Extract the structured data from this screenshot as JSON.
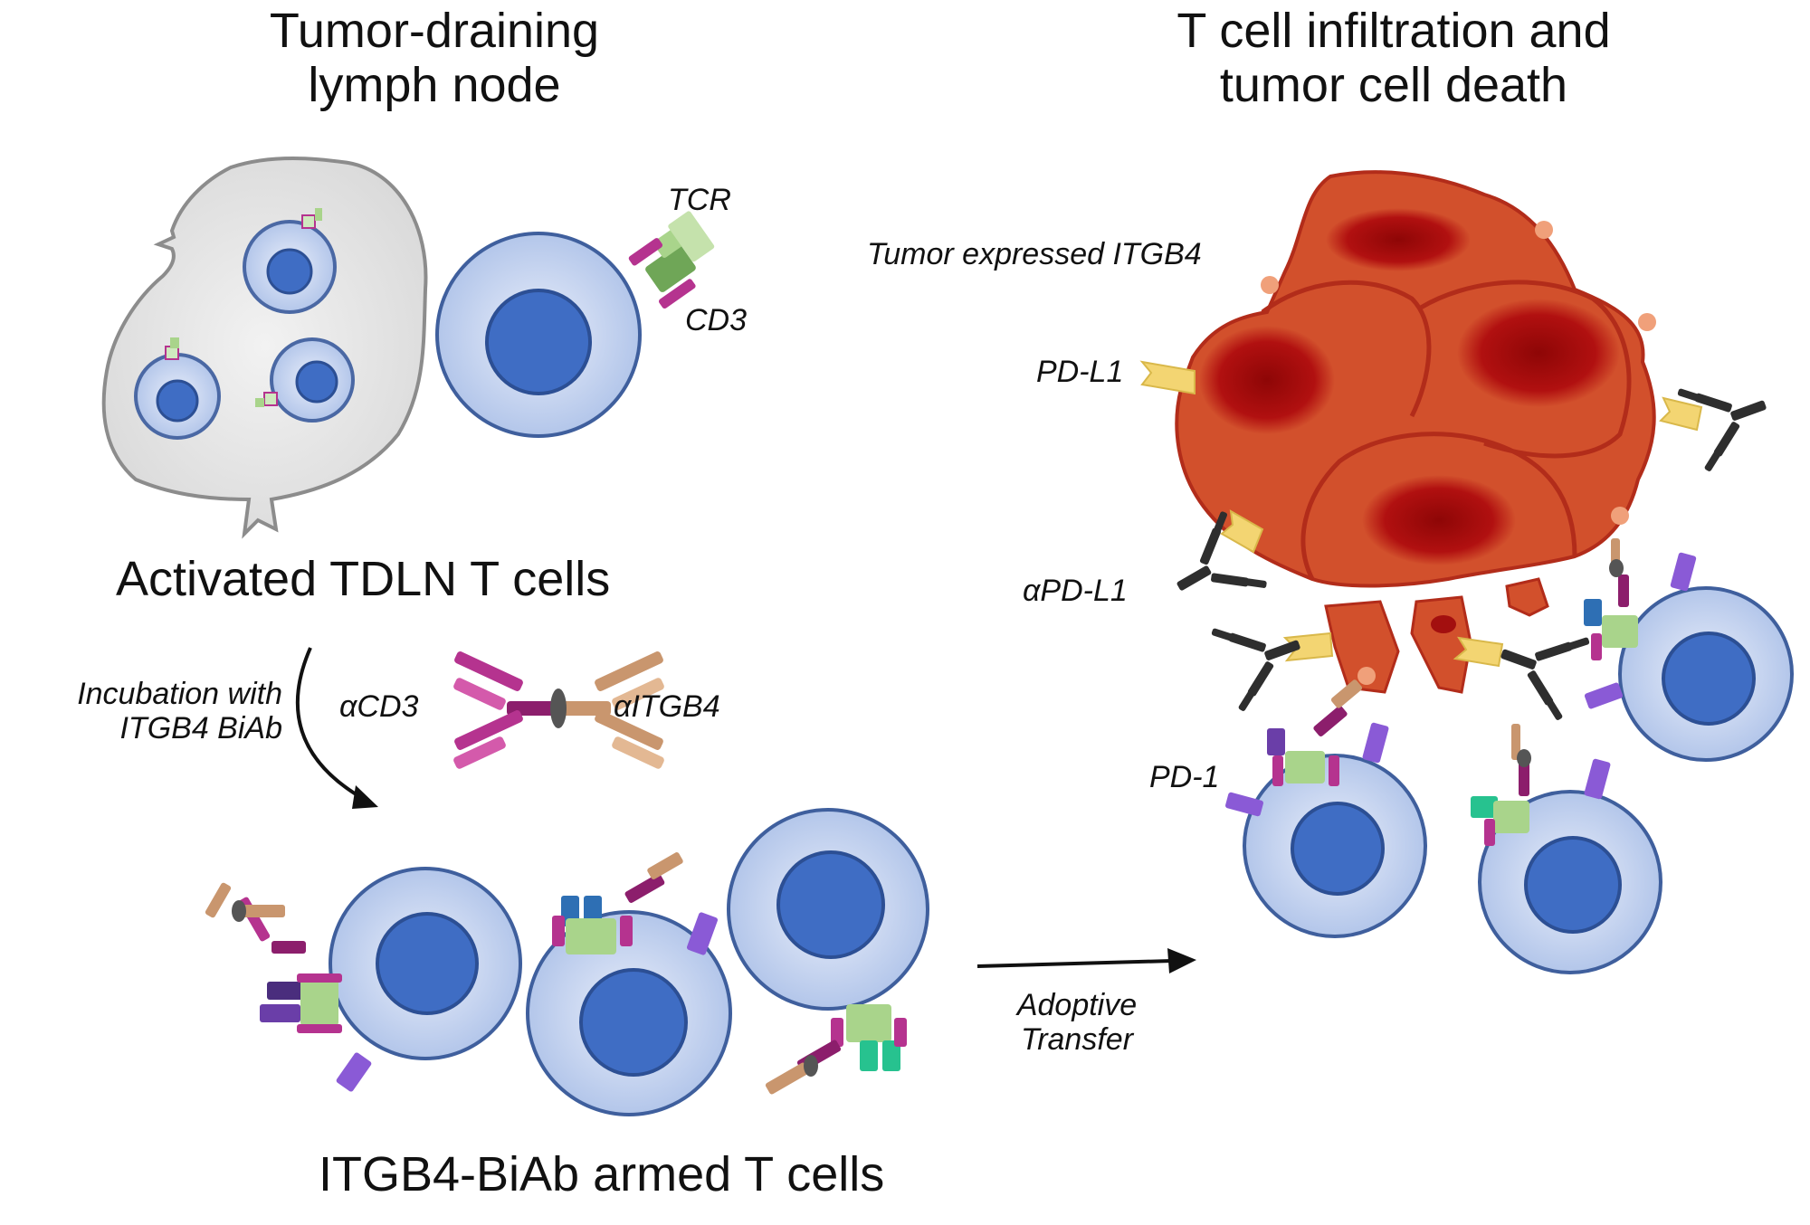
{
  "panels": {
    "lymph_node": {
      "title_line1": "Tumor-draining",
      "title_line2": "lymph node",
      "caption": "Activated TDLN T cells"
    },
    "tumor": {
      "title_line1": "T cell infiltration and",
      "title_line2": "tumor cell death"
    },
    "armed": {
      "caption": "ITGB4-BiAb armed T cells"
    }
  },
  "labels": {
    "tcr": "TCR",
    "cd3": "CD3",
    "incubation_line1": "Incubation with",
    "incubation_line2": "ITGB4 BiAb",
    "acd3": "αCD3",
    "aitgb4": "αITGB4",
    "adoptive_line1": "Adoptive",
    "adoptive_line2": "Transfer",
    "tumor_itgb4": "Tumor expressed ITGB4",
    "pdl1": "PD-L1",
    "apdl1": "αPD-L1",
    "pd1": "PD-1"
  },
  "colors": {
    "lymph_node_fill": "#e4e4e4",
    "lymph_node_outline": "#8c8c8c",
    "tcell_cytoplasm": "#b6c8ea",
    "tcell_outline": "#4a68a4",
    "tcell_nucleus": "#3f6dc4",
    "tumor_fill": "#d2502c",
    "tumor_core": "#a30f0f",
    "cd3_magenta": "#b5338f",
    "tcr_green": "#a9d48b",
    "aitgb4_tan": "#c9966e",
    "pd1_purple": "#8a5ad6",
    "pdl1_yellow": "#f3d572",
    "apdl1_black": "#333333",
    "itgb4_orange": "#f0a07a"
  }
}
